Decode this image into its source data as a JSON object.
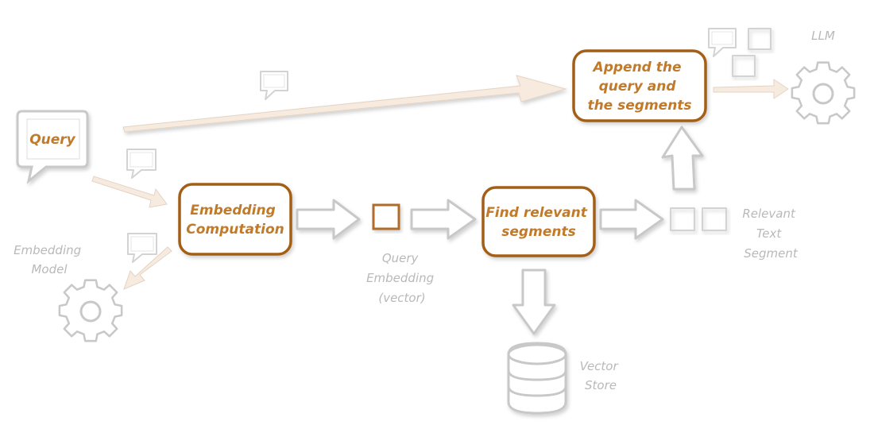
{
  "nodes": {
    "query": "Query",
    "embedding_computation": [
      "Embedding",
      "Computation"
    ],
    "find_segments": [
      "Find relevant",
      "segments"
    ],
    "append": [
      "Append the",
      "query and",
      "the segments"
    ]
  },
  "labels": {
    "embedding_model": [
      "Embedding",
      "Model"
    ],
    "query_embedding": [
      "Query",
      "Embedding",
      "(vector)"
    ],
    "relevant_text_segment": [
      "Relevant",
      "Text",
      "Segment"
    ],
    "vector_store": [
      "Vector",
      "Store"
    ],
    "llm": "LLM"
  },
  "colors": {
    "accent": "#a35f17",
    "text_accent": "#c07a2a",
    "outline": "#c8c8c8",
    "muted_text": "#b9b9b9",
    "soft_arrow": "#f7ebe0"
  },
  "icons": {
    "query_bubble": "speech-bubble-icon",
    "chat": "chat-bubble-icon",
    "gear": "gear-icon",
    "database": "database-icon",
    "square": "square-icon"
  }
}
